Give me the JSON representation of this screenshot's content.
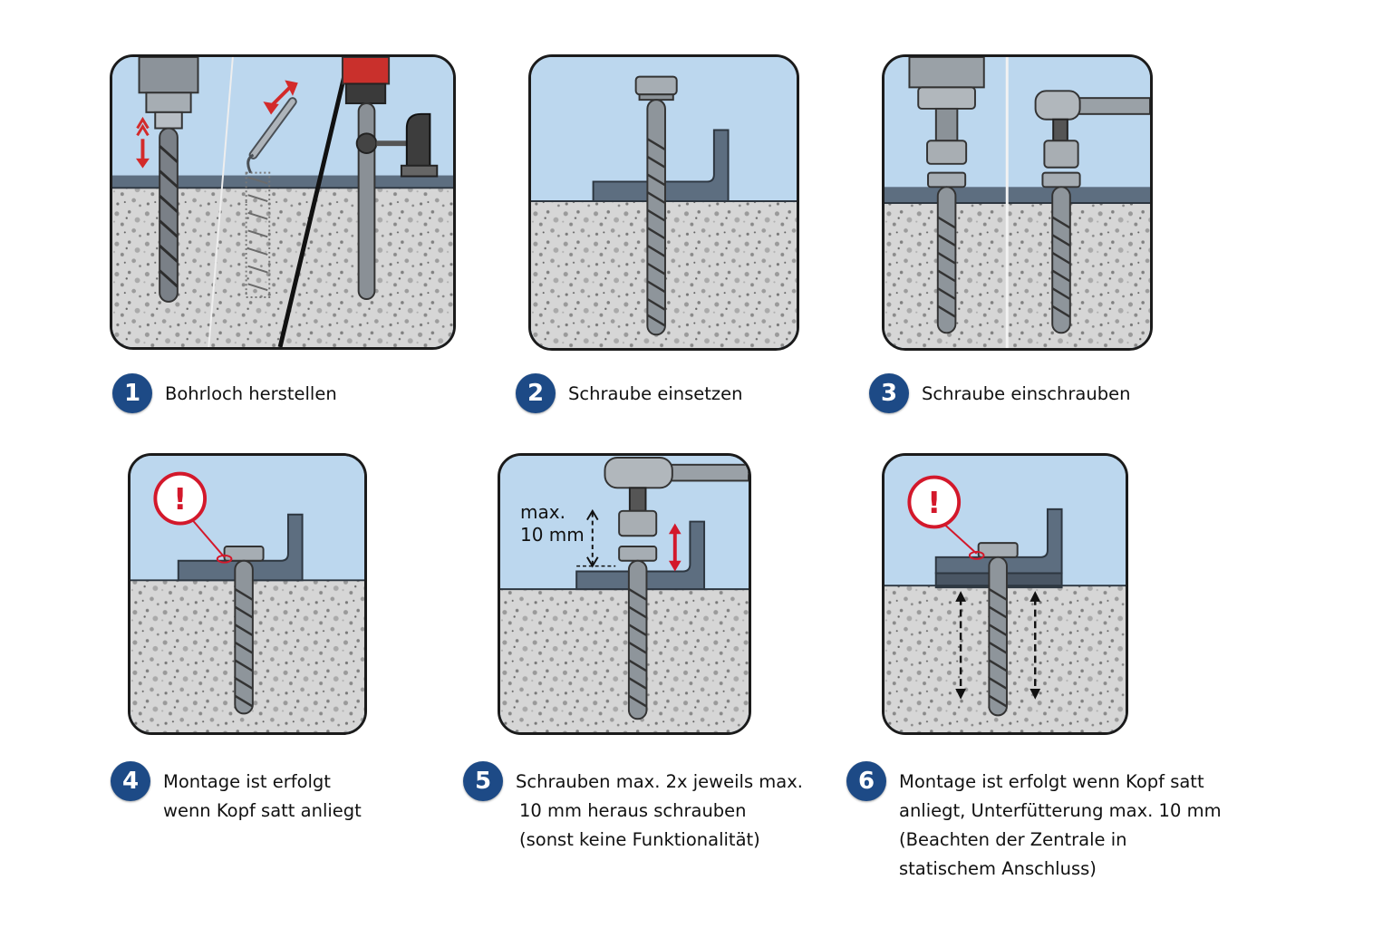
{
  "steps": [
    {
      "number": "1",
      "lines": [
        "Bohrloch herstellen"
      ]
    },
    {
      "number": "2",
      "lines": [
        "Schraube einsetzen"
      ]
    },
    {
      "number": "3",
      "lines": [
        "Schraube einschrauben"
      ]
    },
    {
      "number": "4",
      "lines": [
        "Montage ist erfolgt",
        "wenn Kopf satt anliegt"
      ]
    },
    {
      "number": "5",
      "lines": [
        "Schrauben max. 2x jeweils max.",
        "10 mm heraus schrauben",
        "(sonst keine Funktionalität)"
      ]
    },
    {
      "number": "6",
      "lines": [
        "Montage ist erfolgt wenn Kopf satt",
        "anliegt, Unterfütterung max. 10 mm",
        "(Beachten der Zentrale in",
        "statischem Anschluss)"
      ]
    }
  ],
  "panel5_annotation": [
    "max.",
    "10 mm"
  ],
  "warning_symbol": "!",
  "icons": [
    "drill-icon",
    "hex-bolt-icon",
    "torque-wrench-icon",
    "warning-icon",
    "double-arrow-icon"
  ],
  "colors": {
    "badge": "#1d4a86",
    "sky": "#bcd7ee",
    "concrete": "#d6d6d6",
    "steel_plate": "#5d6e80",
    "warning_red": "#d3182b",
    "drill_red": "#d32a2a"
  }
}
